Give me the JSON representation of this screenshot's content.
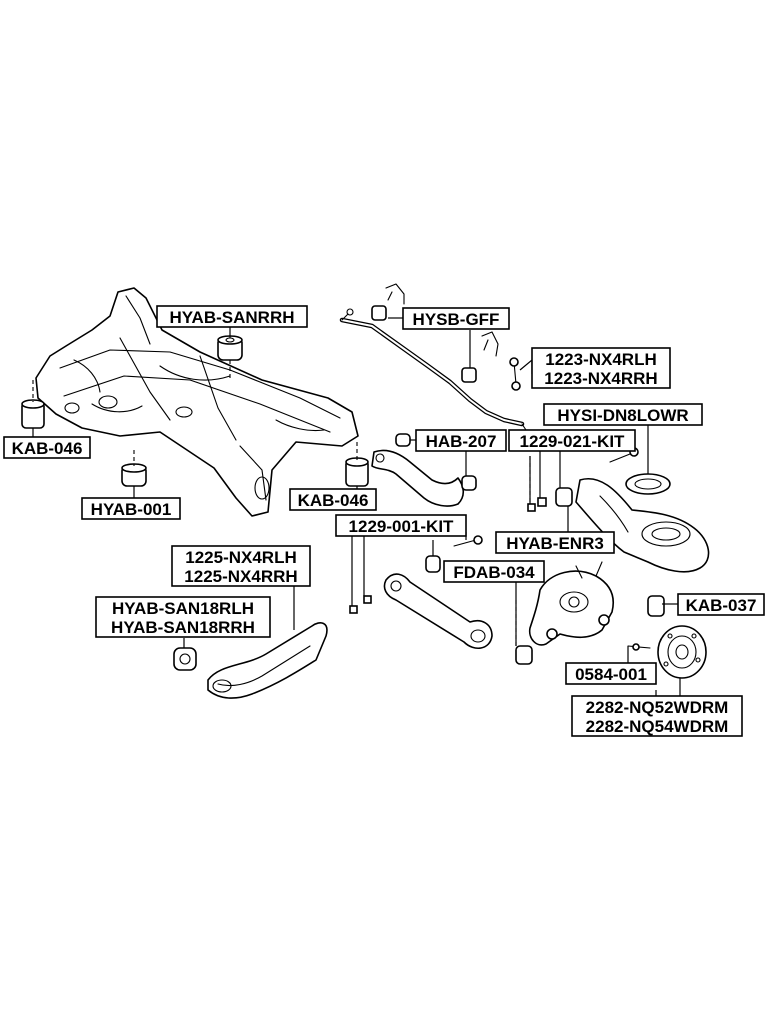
{
  "labels": {
    "hyab_sanrrh": "HYAB-SANRRH",
    "hysb_gff": "HYSB-GFF",
    "nx4rlh_1223": "1223-NX4RLH",
    "nx4rrh_1223": "1223-NX4RRH",
    "kab_046_left": "KAB-046",
    "hysi_dn8lowr": "HYSI-DN8LOWR",
    "hab_207": "HAB-207",
    "kit_1229_021": "1229-021-KIT",
    "hyab_001": "HYAB-001",
    "kab_046_right": "KAB-046",
    "hyab_enr3": "HYAB-ENR3",
    "kit_1229_001": "1229-001-KIT",
    "nx4rlh_1225": "1225-NX4RLH",
    "nx4rrh_1225": "1225-NX4RRH",
    "fdab_034": "FDAB-034",
    "kab_037": "KAB-037",
    "hyab_san18rlh": "HYAB-SAN18RLH",
    "hyab_san18rrh": "HYAB-SAN18RRH",
    "part_0584_001": "0584-001",
    "nq52wdrm": "2282-NQ52WDRM",
    "nq54wdrm": "2282-NQ54WDRM"
  }
}
